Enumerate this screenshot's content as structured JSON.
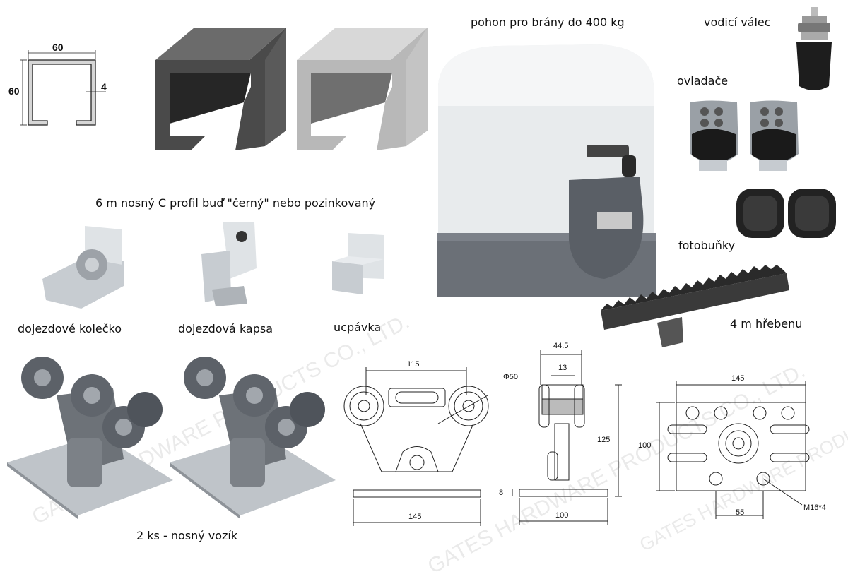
{
  "labels": {
    "motor": "pohon pro brány do 400 kg",
    "guide_roller": "vodicí válec",
    "remotes": "ovladače",
    "photocells": "fotobuňky",
    "rack": "4 m hřebenu",
    "profile": "6 m nosný C profil buď \"černý\" nebo pozinkovaný",
    "end_roller": "dojezdové kolečko",
    "end_pocket": "dojezdová kapsa",
    "end_cap": "ucpávka",
    "trolley": "2 ks - nosný vozík"
  },
  "profile_dims": {
    "width": "60",
    "height": "60",
    "thickness": "4"
  },
  "trolley_side_dims": {
    "top": "115",
    "wheel": "Φ50",
    "bottom": "145"
  },
  "trolley_front_dims": {
    "top": "44.5",
    "middle": "13",
    "height": "125",
    "plate": "8",
    "bottom": "100"
  },
  "trolley_top_dims": {
    "top": "145",
    "left": "100",
    "bottom": "55",
    "bolt": "M16*4"
  },
  "watermark": "GATES HARDWARE PRODUCTS CO., LTD."
}
